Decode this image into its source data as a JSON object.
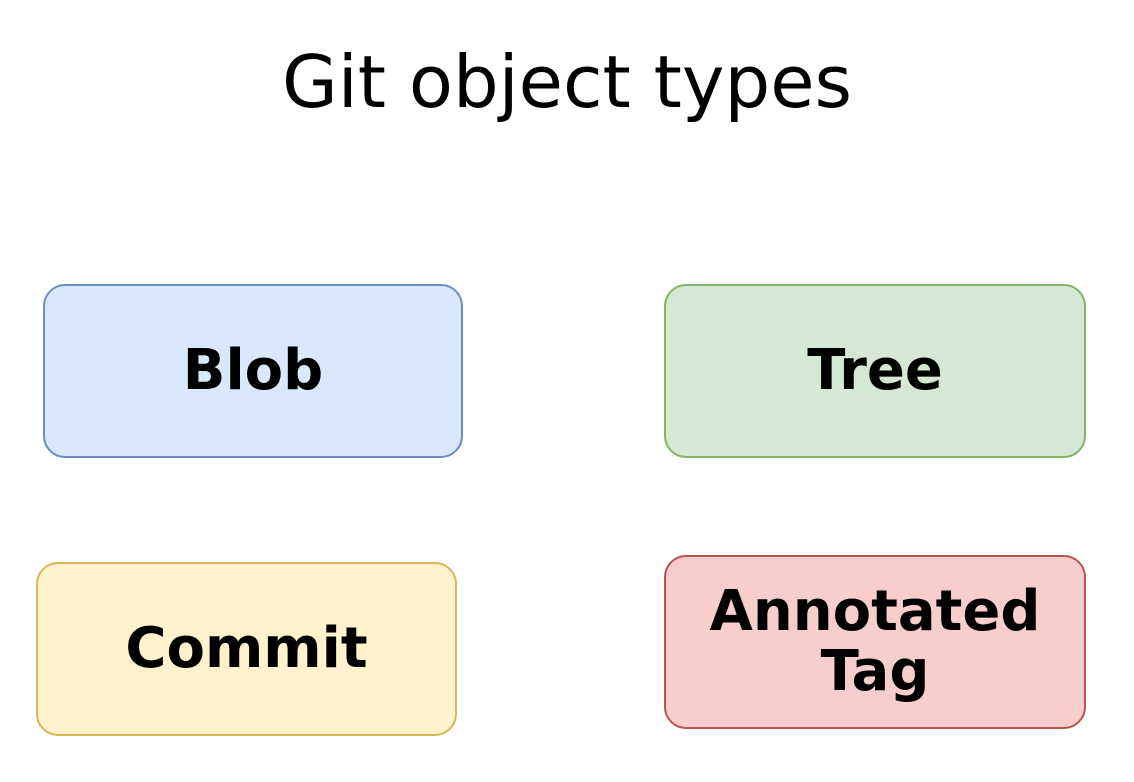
{
  "title": "Git object types",
  "nodes": [
    {
      "id": "blob",
      "label": "Blob",
      "fill": "#dae8fc",
      "stroke": "#6c8ebf"
    },
    {
      "id": "tree",
      "label": "Tree",
      "fill": "#d5e8d4",
      "stroke": "#82b366"
    },
    {
      "id": "commit",
      "label": "Commit",
      "fill": "#fff2cc",
      "stroke": "#d6b656"
    },
    {
      "id": "annotated-tag",
      "label": "Annotated\nTag",
      "fill": "#f8cecc",
      "stroke": "#b85450"
    }
  ]
}
